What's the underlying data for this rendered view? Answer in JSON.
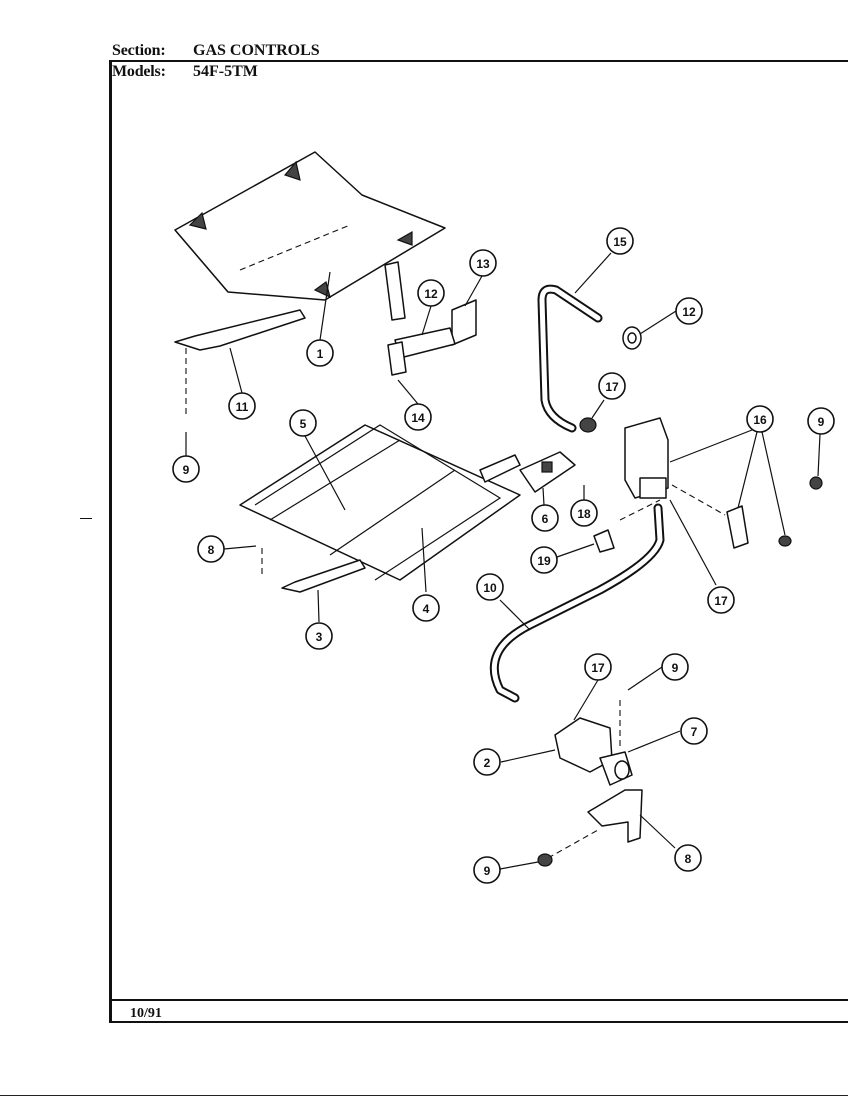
{
  "header": {
    "section_label": "Section:",
    "section_value": "GAS CONTROLS",
    "models_label": "Models:",
    "models_value": "54F-5TM"
  },
  "footer": {
    "date": "10/91"
  },
  "callouts": [
    {
      "id": "c1",
      "label": "1"
    },
    {
      "id": "c11",
      "label": "11"
    },
    {
      "id": "c9a",
      "label": "9"
    },
    {
      "id": "c12a",
      "label": "12"
    },
    {
      "id": "c13",
      "label": "13"
    },
    {
      "id": "c14",
      "label": "14"
    },
    {
      "id": "c15",
      "label": "15"
    },
    {
      "id": "c12b",
      "label": "12"
    },
    {
      "id": "c17a",
      "label": "17"
    },
    {
      "id": "c16",
      "label": "16"
    },
    {
      "id": "c9b",
      "label": "9"
    },
    {
      "id": "c5",
      "label": "5"
    },
    {
      "id": "c8a",
      "label": "8"
    },
    {
      "id": "c6",
      "label": "6"
    },
    {
      "id": "c18",
      "label": "18"
    },
    {
      "id": "c4",
      "label": "4"
    },
    {
      "id": "c3",
      "label": "3"
    },
    {
      "id": "c19",
      "label": "19"
    },
    {
      "id": "c17b",
      "label": "17"
    },
    {
      "id": "c10",
      "label": "10"
    },
    {
      "id": "c17c",
      "label": "17"
    },
    {
      "id": "c9c",
      "label": "9"
    },
    {
      "id": "c7",
      "label": "7"
    },
    {
      "id": "c2",
      "label": "2"
    },
    {
      "id": "c8b",
      "label": "8"
    },
    {
      "id": "c9d",
      "label": "9"
    }
  ]
}
